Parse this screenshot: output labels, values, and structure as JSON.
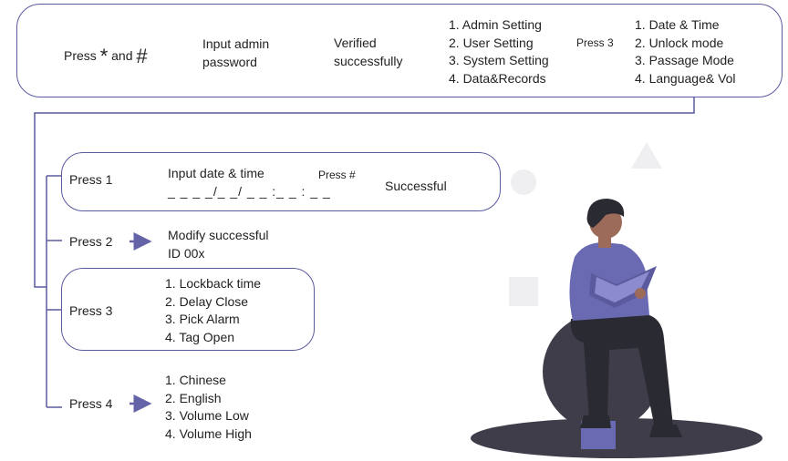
{
  "top_flow": {
    "press_word": "Press",
    "star": "*",
    "and_word": "and",
    "hash": "#",
    "input_admin": [
      "Input admin",
      "password"
    ],
    "verified": [
      "Verified",
      "successfully"
    ],
    "menu": [
      "1. Admin Setting",
      "2. User Setting",
      "3. System Setting",
      "4. Data&Records"
    ],
    "press3_label": "Press 3",
    "submenu": [
      "1. Date & Time",
      "2. Unlock mode",
      "3. Passage Mode",
      "4. Language& Vol"
    ]
  },
  "branches": [
    {
      "label": "Press 1",
      "input": [
        "Input date & time",
        "_ _ _ _/_ _/ _ _ :_ _ : _ _"
      ],
      "press_hash": "Press #",
      "result": "Successful"
    },
    {
      "label": "Press 2",
      "result": [
        "Modify successful",
        "ID 00x"
      ]
    },
    {
      "label": "Press 3",
      "items": [
        "1. Lockback time",
        "2. Delay Close",
        "3. Pick Alarm",
        "4. Tag Open"
      ]
    },
    {
      "label": "Press 4",
      "items": [
        "1. Chinese",
        "2. English",
        "3. Volume Low",
        "4. Volume High"
      ]
    }
  ],
  "colors": {
    "accent": "#5b5a9e",
    "arrow": "#6563a8",
    "shirt": "#6a6ab3",
    "pants": "#2a2a33",
    "ball": "#3f3d4a",
    "skin": "#9c6b5a"
  }
}
